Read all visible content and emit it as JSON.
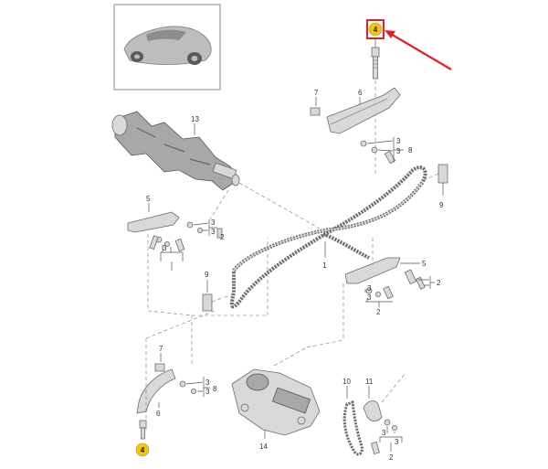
{
  "callouts": {
    "l4_top": "4",
    "l4_bottom": "4",
    "l7_top": "7",
    "l6_top": "6",
    "l3_a": "3",
    "l3_b": "3",
    "l8_top": "8",
    "l13": "13",
    "l9_right": "9",
    "l5_left": "5",
    "l3_c": "3",
    "l3_d": "3",
    "l2_left": "2",
    "l3_e": "3",
    "l1": "1",
    "l5_right": "5",
    "l3_f": "3",
    "l3_g": "3",
    "l2_right_a": "2",
    "l2_right_b": "2",
    "l9_mid": "9",
    "l7_bottom": "7",
    "l3_h": "3",
    "l3_i": "3",
    "l8_bottom": "8",
    "l6_bottom": "6",
    "l10": "10",
    "l11": "11",
    "l14": "14",
    "l3_j": "3",
    "l3_k": "3",
    "l2_bottom": "2"
  },
  "colors": {
    "highlight_badge": "#f2c318",
    "highlight_frame": "#e0202a",
    "arrow": "#e0202a"
  },
  "icons": {
    "thumbnail": "sports-car-icon",
    "arrow": "red-arrow-icon"
  }
}
